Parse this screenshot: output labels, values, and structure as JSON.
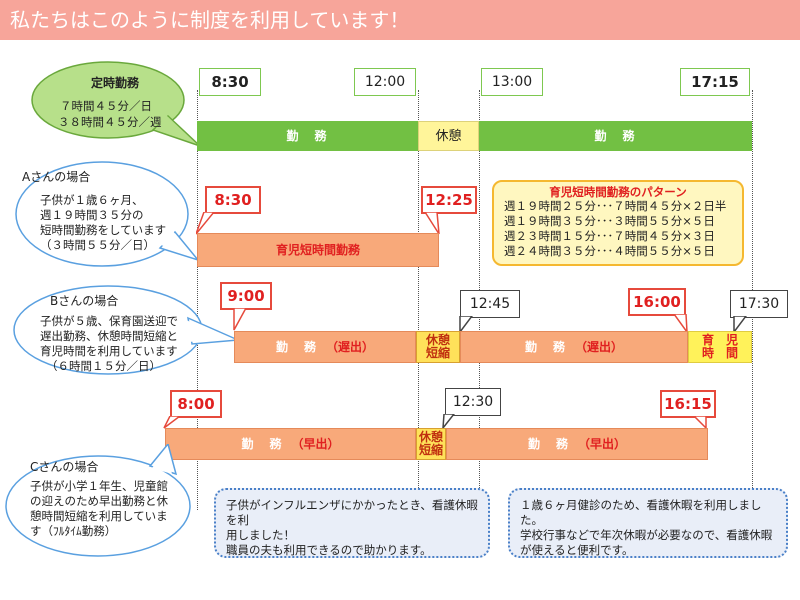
{
  "header": {
    "title": "私たちはこのように制度を利用しています！"
  },
  "standard": {
    "title": "定時勤務",
    "line1": "７時間４５分／日",
    "line2": "３８時間４５分／週",
    "t_start": "8:30",
    "t_lunch_start": "12:00",
    "t_lunch_end": "13:00",
    "t_end": "17:15",
    "bar_work1": "勤　務",
    "bar_rest": "休憩",
    "bar_work2": "勤　務"
  },
  "caseA": {
    "name": "Aさんの場合",
    "desc1": "子供が１歳６ヶ月、",
    "desc2": "週１９時間３５分の",
    "desc3": "短時間勤務をしています",
    "desc4": "（３時間５５分／日）",
    "t_start": "8:30",
    "t_end": "12:25",
    "bar": "育児短時間勤務",
    "pattern": {
      "title": "育児短時間勤務のパターン",
      "items": [
        "週１９時間２５分･･･７時間４５分×２日半",
        "週１９時間３５分･･･３時間５５分×５日",
        "週２３時間１５分･･･７時間４５分×３日",
        "週２４時間３５分･･･４時間５５分×５日"
      ]
    }
  },
  "caseB": {
    "name": "Bさんの場合",
    "desc1": "子供が５歳、保育園送迎で",
    "desc2": "遅出勤務、休憩時間短縮と",
    "desc3": "育児時間を利用しています",
    "desc4": "（６時間１５分／日）",
    "t_start": "9:00",
    "t_lunch_end": "12:45",
    "t_childcare": "16:00",
    "t_end": "17:30",
    "bar_work1_a": "勤　務",
    "bar_work1_b": "（遅出）",
    "bar_rest1": "休憩",
    "bar_rest2": "短縮",
    "bar_work2_a": "勤　務",
    "bar_work2_b": "（遅出）",
    "bar_child1": "育　児",
    "bar_child2": "時　間"
  },
  "caseC": {
    "name": "Cさんの場合",
    "desc1": "子供が小学１年生、児童館",
    "desc2": "の迎えのため早出勤務と休",
    "desc3": "憩時間短縮を利用していま",
    "desc4": "す（ﾌﾙﾀｲﾑ勤務）",
    "t_start": "8:00",
    "t_lunch_end": "12:30",
    "t_end": "16:15",
    "bar_work1_a": "勤　務",
    "bar_work1_b": "（早出）",
    "bar_rest1": "休憩",
    "bar_rest2": "短縮",
    "bar_work2_a": "勤　務",
    "bar_work2_b": "（早出）"
  },
  "notes": {
    "left1": "子供がインフルエンザにかかったとき、看護休暇を利",
    "left2": "用しました！",
    "left3": "職員の夫も利用できるので助かります。",
    "right1": "１歳６ヶ月健診のため、看護休暇を利用しました。",
    "right2": "学校行事などで年次休暇が必要なので、看護休暇",
    "right3": "が使えると便利です。"
  }
}
